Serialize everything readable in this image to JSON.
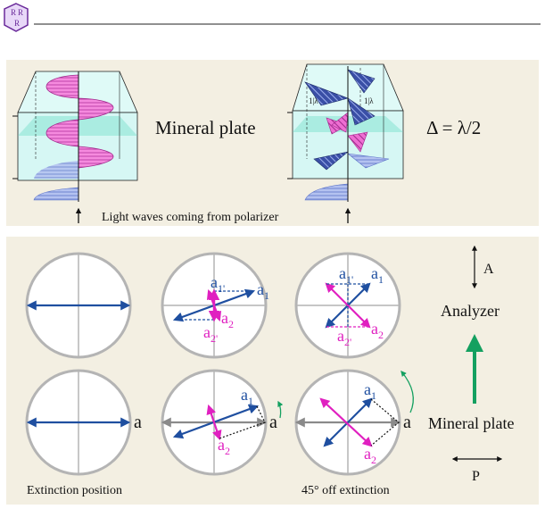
{
  "logo": {
    "letters": [
      "R",
      "R",
      "R"
    ]
  },
  "colors": {
    "panel": "#f3efe2",
    "blue": "#1f4fa0",
    "magenta": "#e020c0",
    "green": "#14a060",
    "gray": "#9a9a9a",
    "black": "#111111",
    "wave_pink": "#f080d8",
    "wave_blue": "#a8b8ec",
    "cyan": "#cff5f2",
    "teal": "#8fe6d6"
  },
  "top_section": {
    "plate_label": "Mineral plate",
    "delta_label": "Δ = λ/2",
    "caption": "Light waves coming from polarizer",
    "lambda_mark_left": "1|λ",
    "lambda_mark_right": "1|λ"
  },
  "bottom_section": {
    "analyzer_label": "Analyzer",
    "analyzer_axis": "A",
    "mineral_plate_label": "Mineral plate",
    "polarizer_axis": "P",
    "caption_extinction": "Extinction position",
    "caption_45": "45° off extinction",
    "vector_labels": {
      "a": "a",
      "a1_base": "a",
      "a1_sub": "1",
      "a2_base": "a",
      "a2_sub": "2",
      "a1p_base": "a",
      "a1p_sub": "1'",
      "a2p_base": "a",
      "a2p_sub": "2'"
    }
  },
  "icons": [
    "logo-icon",
    "up-down-arrow-icon",
    "left-right-arrow-icon",
    "up-arrow-icon",
    "curved-arrow-icon"
  ]
}
